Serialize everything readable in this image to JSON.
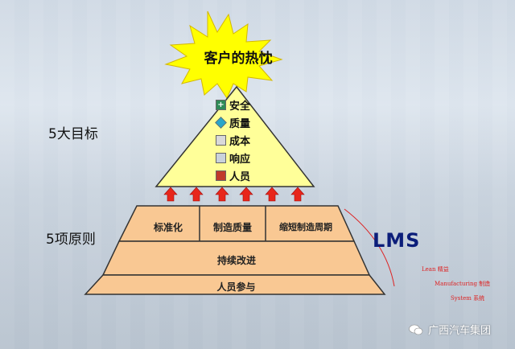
{
  "title": "客户的热忱",
  "left_labels": {
    "goals": "5大目标",
    "principles": "5项原则"
  },
  "goals": [
    {
      "label": "安全",
      "icon": "safety-cross-icon",
      "color": "#2e8b57"
    },
    {
      "label": "质量",
      "icon": "diamond-icon",
      "color": "#2aa6c9"
    },
    {
      "label": "成本",
      "icon": "money-icon",
      "color": "#8c8c8c"
    },
    {
      "label": "响应",
      "icon": "clock-icon",
      "color": "#6b7b8c"
    },
    {
      "label": "人员",
      "icon": "people-icon",
      "color": "#c0392b"
    }
  ],
  "base": {
    "top_row": [
      "标准化",
      "制造质量",
      "缩短制造周期"
    ],
    "middle": "持续改进",
    "bottom": "人员参与"
  },
  "lms": {
    "label": "LMS",
    "notes": [
      "Lean 精益",
      "Manufacturing 制造",
      "System 系统"
    ]
  },
  "watermark": "广西汽车集团",
  "colors": {
    "pyramid": "#ffff99",
    "base": "#f9c893",
    "arrow": "#e8261b",
    "star": "#ffff00",
    "lms": "#0c1e7a"
  }
}
